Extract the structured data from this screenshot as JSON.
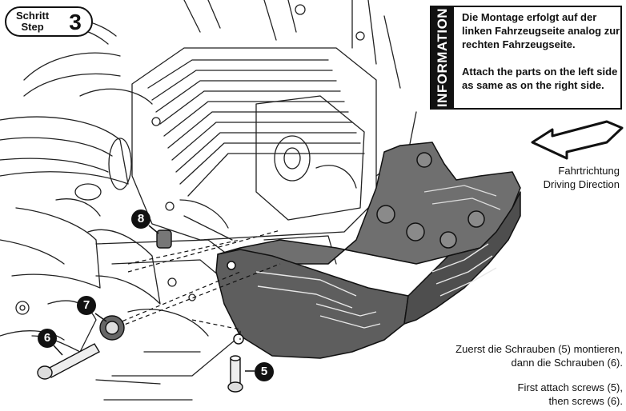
{
  "step": {
    "label_de": "Schritt",
    "label_en": "Step",
    "number": "3"
  },
  "information": {
    "tab": "INFORMATION",
    "text_de": "Die Montage erfolgt auf der linken Fahrzeugseite analog zur rechten Fahrzeugseite.",
    "text_en": "Attach the parts on the left side as same as on the right side."
  },
  "direction": {
    "label_de": "Fahrtrichtung",
    "label_en": "Driving Direction",
    "icon": "direction-arrow-icon"
  },
  "instructions": {
    "de_line1": "Zuerst die Schrauben (5) montieren,",
    "de_line2": "dann die Schrauben (6).",
    "en_line1": "First attach screws (5),",
    "en_line2": "then screws (6)."
  },
  "callouts": [
    "8",
    "7",
    "6",
    "5"
  ],
  "colors": {
    "ink": "#111111",
    "paper": "#ffffff",
    "plate": "#6f6f6f"
  }
}
